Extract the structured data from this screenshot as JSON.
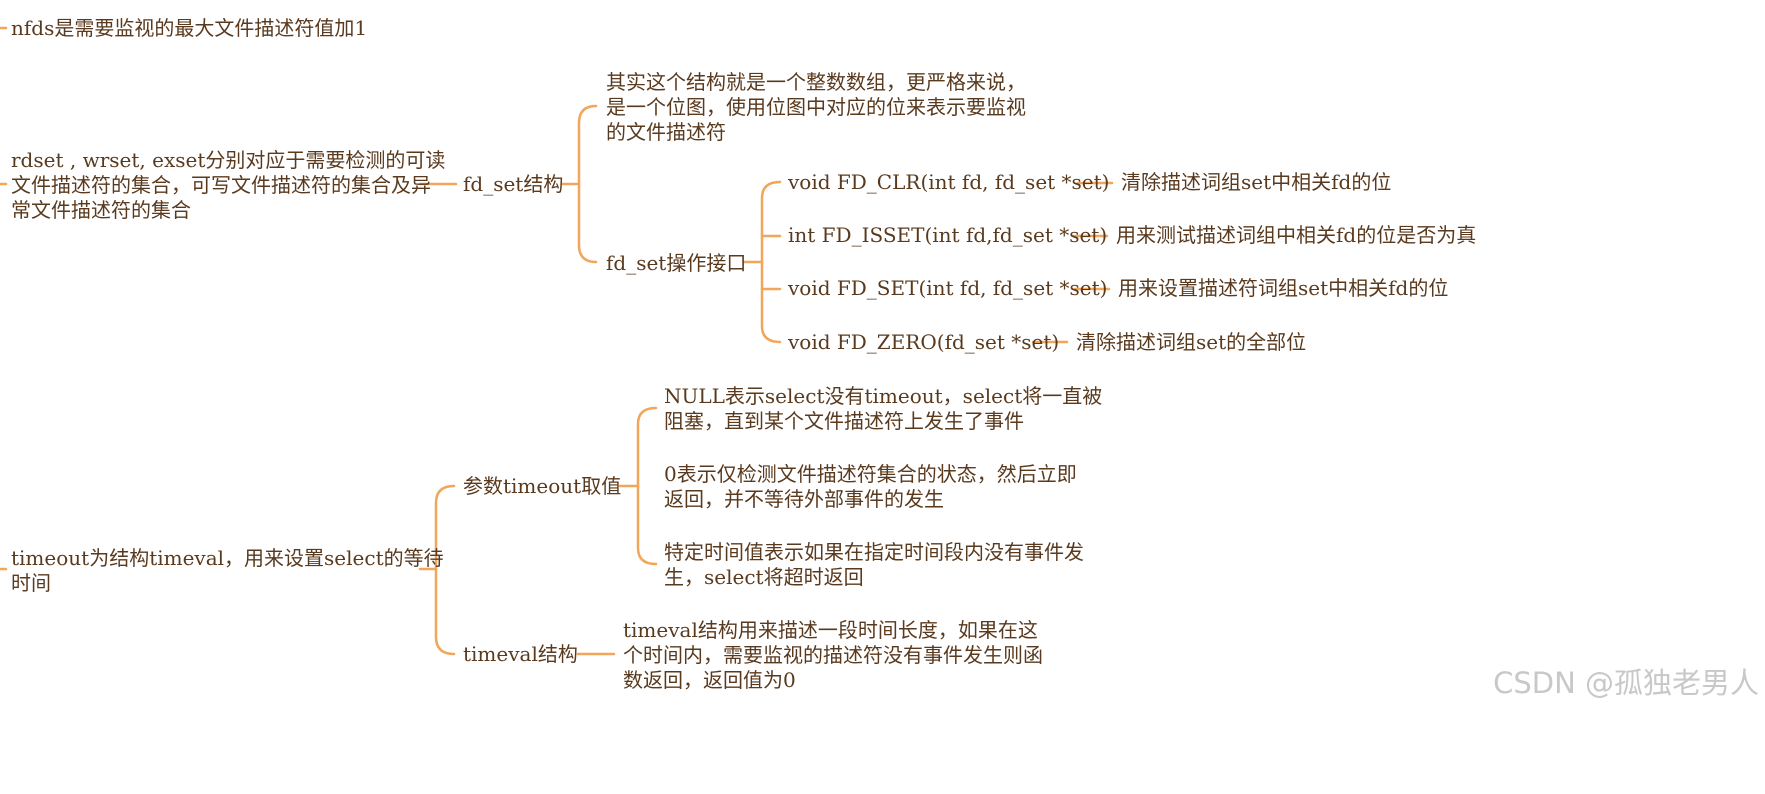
{
  "colors": {
    "connector": "#f2a65a",
    "text": "#5a3a1e",
    "watermark": "#c8c8c8"
  },
  "nodes": {
    "nfds": "nfds是需要监视的最大文件描述符值加1",
    "rdset": [
      "rdset , wrset, exset分别对应于需要检测的可读",
      "文件描述符的集合，可写文件描述符的集合及异",
      "常文件描述符的集合"
    ],
    "fd_set_struct": "fd_set结构",
    "fd_set_desc": [
      "其实这个结构就是一个整数数组，更严格来说，",
      "是一个位图，使用位图中对应的位来表示要监视",
      "的文件描述符"
    ],
    "fd_set_ops": "fd_set操作接口",
    "ops": [
      {
        "fn": "void FD_CLR(int fd, fd_set *set)",
        "desc": "清除描述词组set中相关fd的位"
      },
      {
        "fn": "int FD_ISSET(int fd,fd_set *set)",
        "desc": "用来测试描述词组中相关fd的位是否为真"
      },
      {
        "fn": "void FD_SET(int fd, fd_set *set)",
        "desc": "用来设置描述符词组set中相关fd的位"
      },
      {
        "fn": "void FD_ZERO(fd_set *set)",
        "desc": "清除描述词组set的全部位"
      }
    ],
    "timeout": [
      "timeout为结构timeval，用来设置select的等待",
      "时间"
    ],
    "timeout_param": "参数timeout取值",
    "timeout_values": [
      [
        "NULL表示select没有timeout，select将一直被",
        "阻塞，直到某个文件描述符上发生了事件"
      ],
      [
        "0表示仅检测文件描述符集合的状态，然后立即",
        "返回，并不等待外部事件的发生"
      ],
      [
        "特定时间值表示如果在指定时间段内没有事件发",
        "生，select将超时返回"
      ]
    ],
    "timeval_struct": "timeval结构",
    "timeval_desc": [
      "timeval结构用来描述一段时间长度，如果在这",
      "个时间内，需要监视的描述符没有事件发生则函",
      "数返回，返回值为0"
    ]
  },
  "watermark": "CSDN @孤独老男人"
}
